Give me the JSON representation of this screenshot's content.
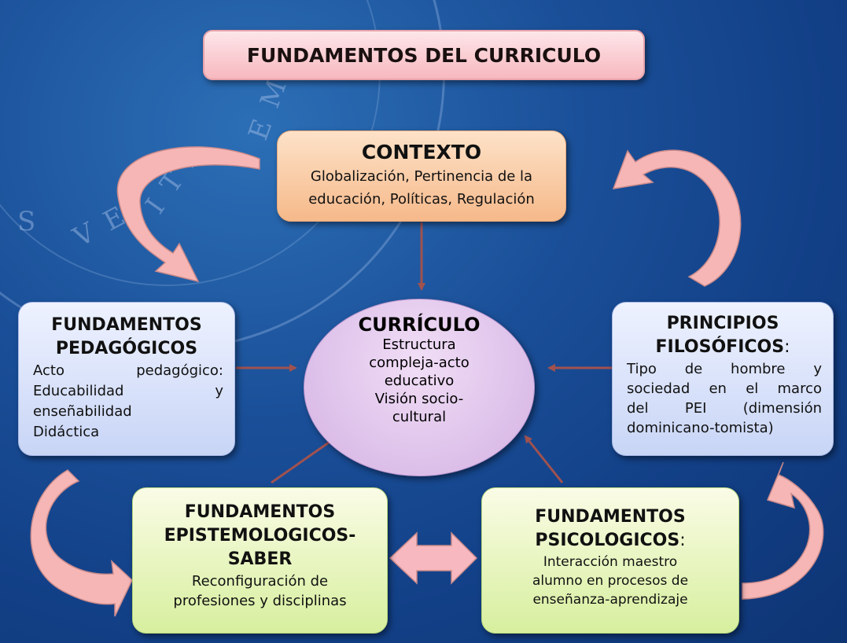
{
  "title": "FUNDAMENTOS DEL CURRICULO",
  "watermark": [
    "S",
    "V E",
    "I T A",
    "E M"
  ],
  "contexto": {
    "heading": "CONTEXTO",
    "lines": [
      "Globalización, Pertinencia de la",
      "educación, Políticas, Regulación"
    ]
  },
  "curriculo": {
    "heading": "CURRÍCULO",
    "lines": [
      "Estructura",
      "compleja-acto",
      "educativo",
      "Visión socio-",
      "cultural"
    ]
  },
  "pedagogicos": {
    "heading_lines": [
      "FUNDAMENTOS",
      "PEDAGÓGICOS"
    ],
    "lines": [
      "Acto pedagógico:",
      "Educabilidad y",
      "enseñabilidad",
      "Didáctica"
    ]
  },
  "filosoficos": {
    "heading_lines": [
      "PRINCIPIOS",
      "FILOSÓFICOS"
    ],
    "heading_suffix": ":",
    "lines": [
      "Tipo de hombre y",
      "sociedad en el marco",
      "del PEI (dimensión",
      "dominicano-tomista)"
    ]
  },
  "epistemologicos": {
    "heading_lines": [
      "FUNDAMENTOS",
      "EPISTEMOLOGICOS-",
      "SABER"
    ],
    "lines": [
      "Reconfiguración de",
      "profesiones y disciplinas"
    ]
  },
  "psicologicos": {
    "heading_lines": [
      "FUNDAMENTOS",
      "PSICOLOGICOS"
    ],
    "heading_suffix": ":",
    "lines": [
      "Interacción maestro",
      "alumno en procesos de",
      "enseñanza-aprendizaje"
    ]
  },
  "colors": {
    "arrow": "#a0524f",
    "curved_arrow": "#f7b6b6",
    "double_arrow": "#f7b8bf"
  }
}
